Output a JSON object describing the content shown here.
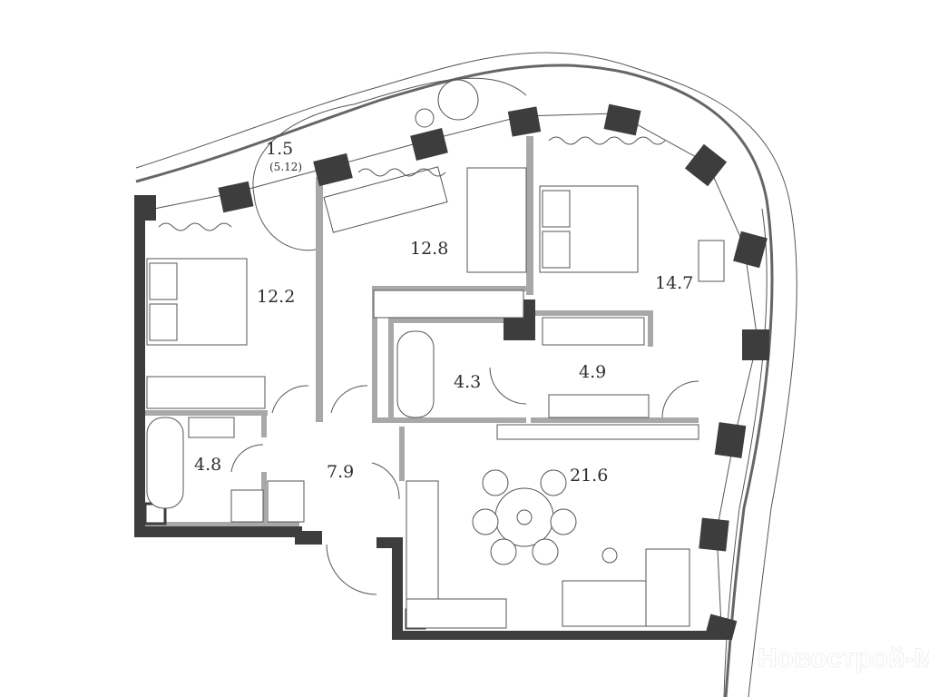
{
  "plan": {
    "rooms": [
      {
        "id": "balcony",
        "area": "1.5",
        "sub": "(5.12)"
      },
      {
        "id": "study",
        "area": "12.8"
      },
      {
        "id": "bedroom-left",
        "area": "12.2"
      },
      {
        "id": "bedroom-right",
        "area": "14.7"
      },
      {
        "id": "bathroom-center",
        "area": "4.3"
      },
      {
        "id": "wardrobe",
        "area": "4.9"
      },
      {
        "id": "bathroom-left",
        "area": "4.8"
      },
      {
        "id": "hall",
        "area": "7.9"
      },
      {
        "id": "living-kitchen",
        "area": "21.6"
      }
    ],
    "colors": {
      "wall_dark": "#3d3d3d",
      "wall_grey": "#a8a8a8",
      "line": "#555555"
    }
  },
  "watermark": "Новострой-М"
}
